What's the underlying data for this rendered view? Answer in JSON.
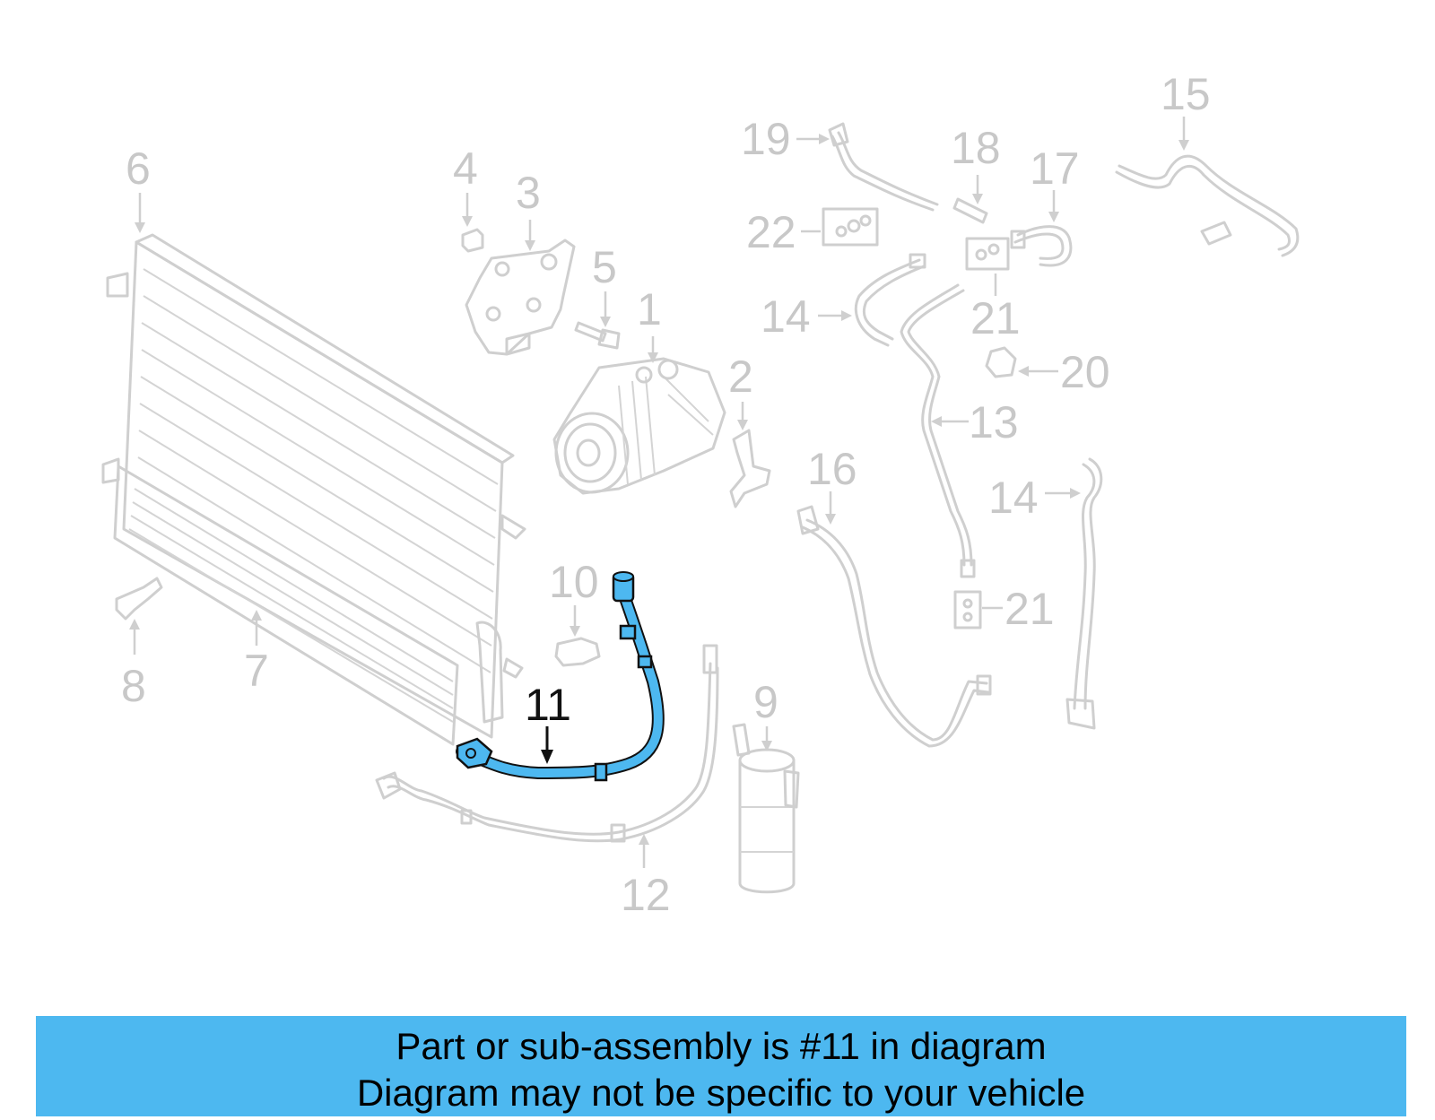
{
  "diagram": {
    "highlighted_part": "11",
    "callouts": [
      "1",
      "2",
      "3",
      "4",
      "5",
      "6",
      "7",
      "8",
      "9",
      "10",
      "11",
      "12",
      "13",
      "14",
      "14",
      "15",
      "16",
      "17",
      "18",
      "19",
      "20",
      "21",
      "21",
      "22"
    ]
  },
  "banner": {
    "line1": "Part or sub-assembly is #11 in diagram",
    "line2": "Diagram may not be specific to your vehicle",
    "color": "#4db8f0"
  },
  "colors": {
    "highlight_hose": "#4db8f0",
    "line_art": "#cfcfcf",
    "highlight_label": "#111111"
  }
}
